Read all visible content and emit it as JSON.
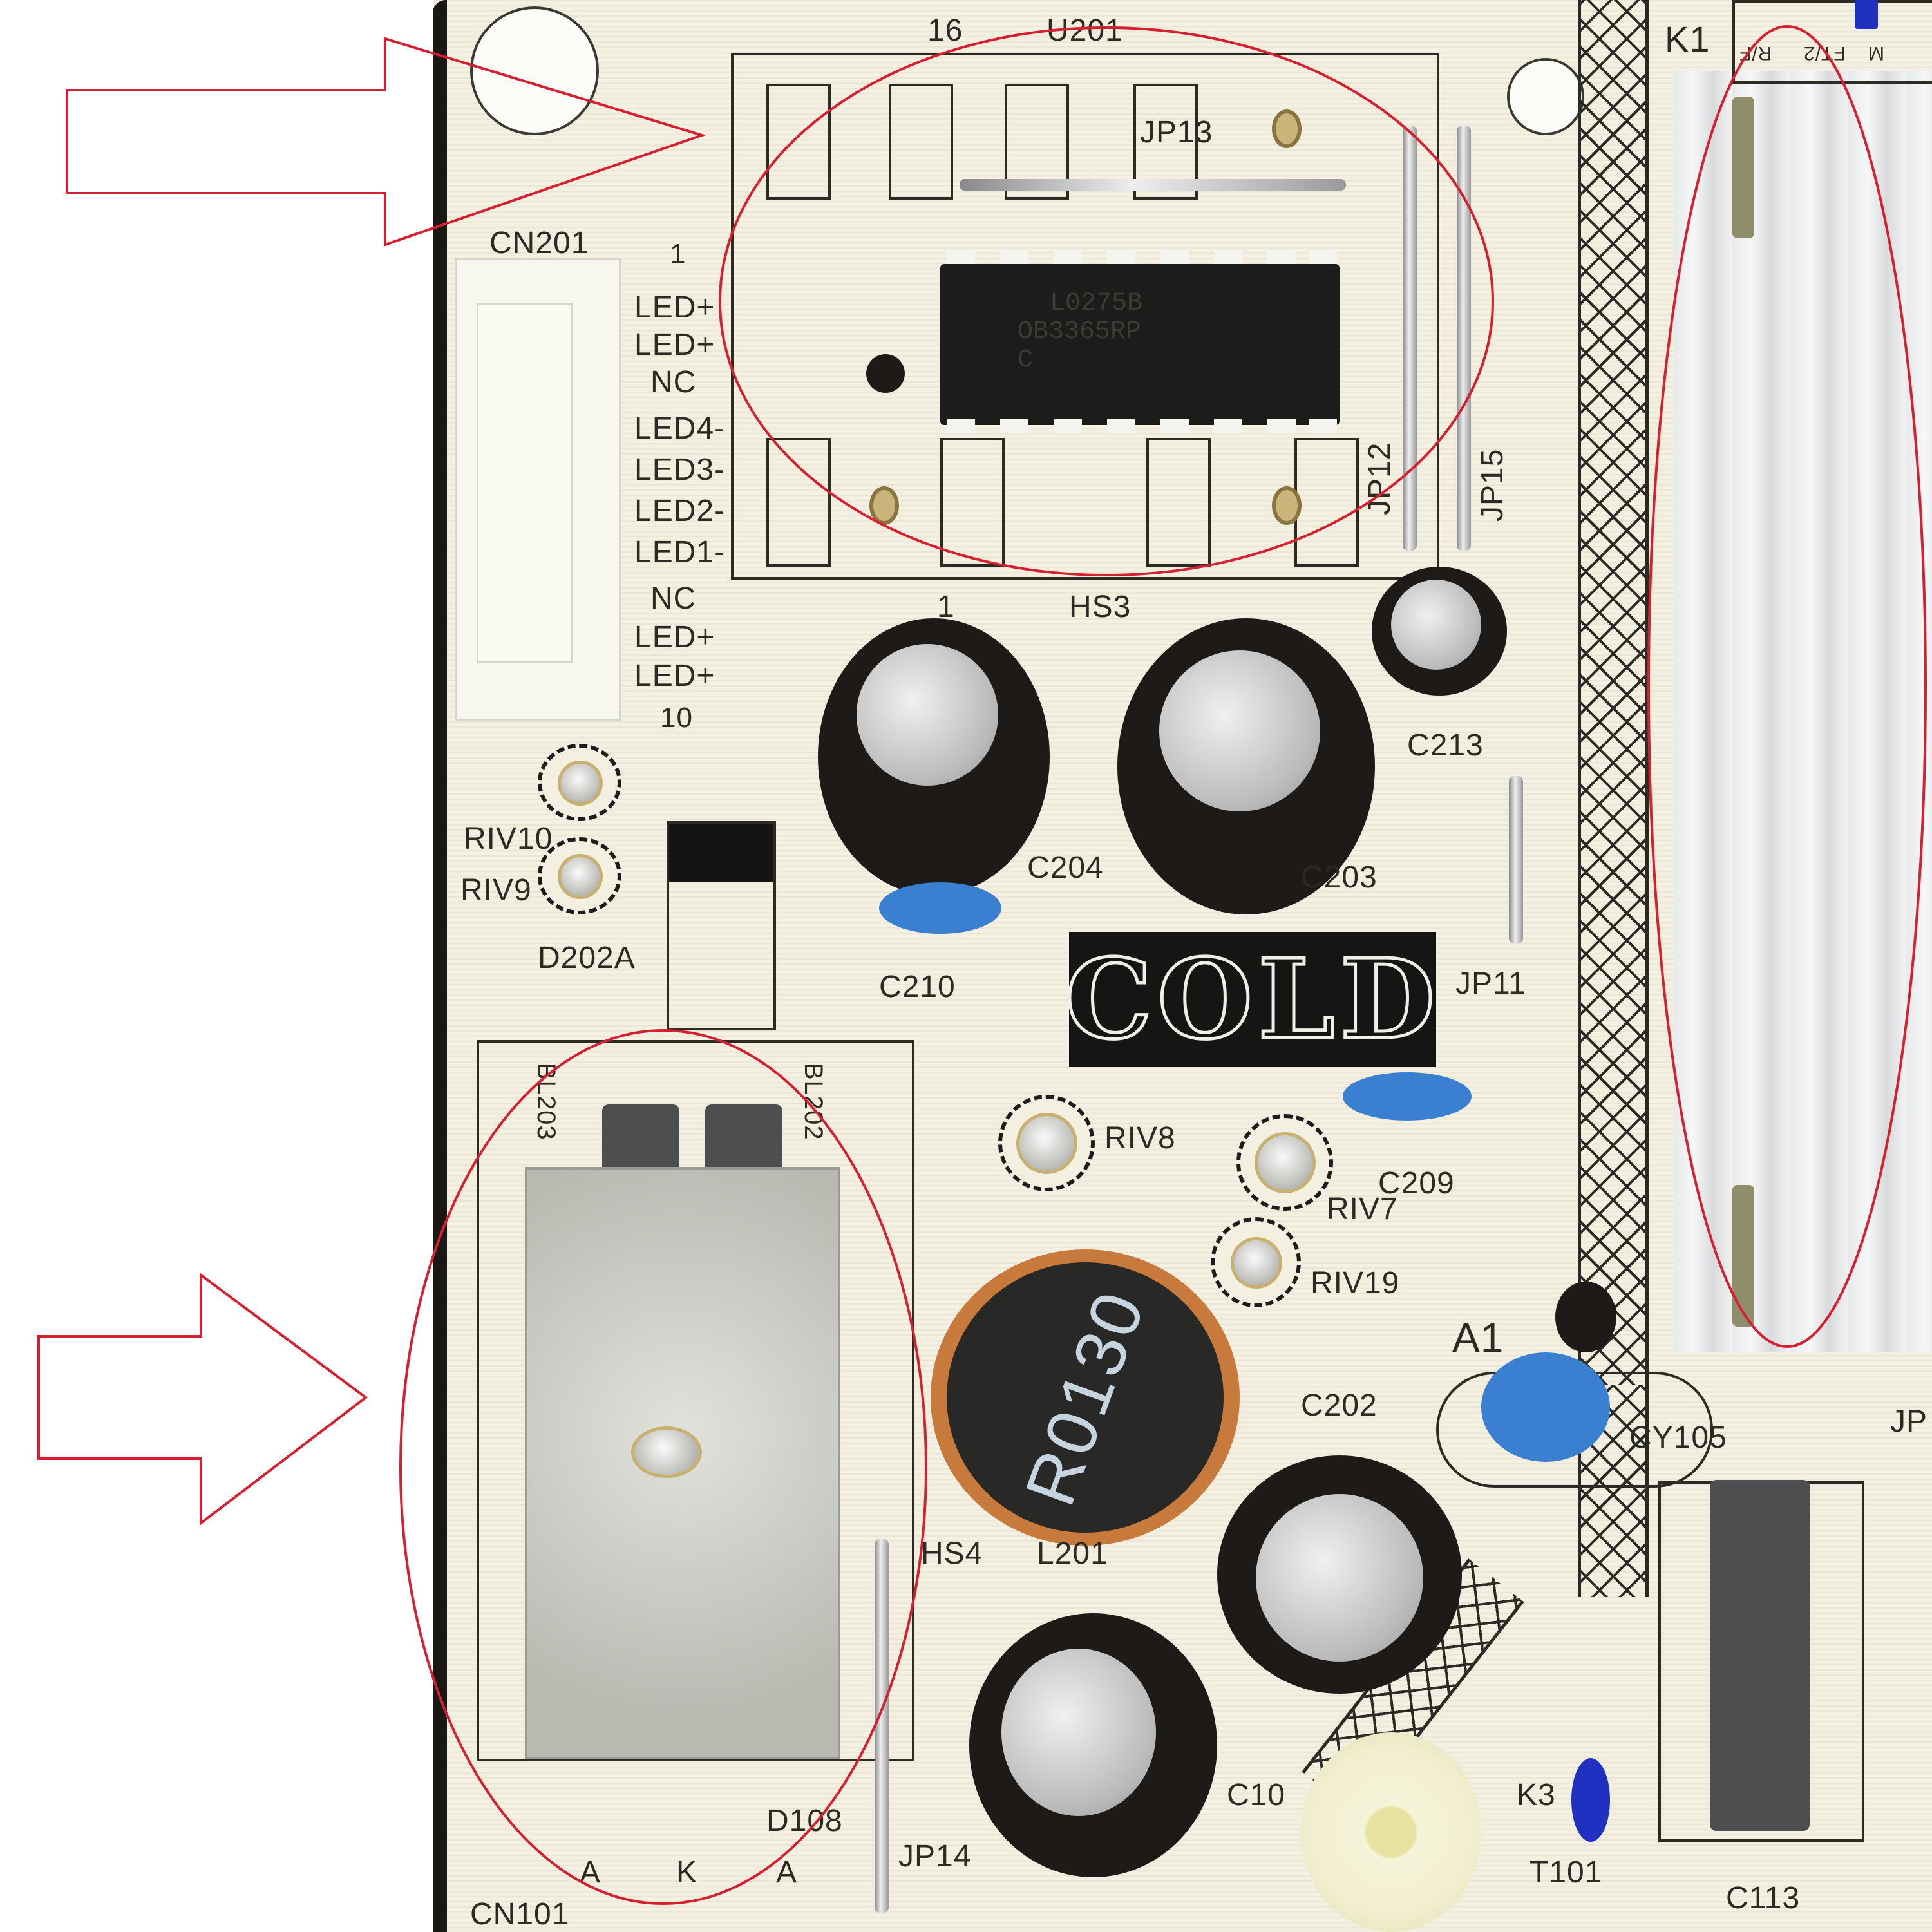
{
  "image": {
    "subject": "LED TV power supply board (cold side) close-up",
    "board_color": "#f3f0e2",
    "silkscreen_color": "#2b2b24",
    "annotation_color": "#d42030"
  },
  "annotations": {
    "arrows": [
      {
        "id": "arrow-top",
        "direction": "right",
        "target": "U201 controller IC area"
      },
      {
        "id": "arrow-bottom",
        "direction": "right",
        "target": "D108 rectifier heatsink area"
      }
    ],
    "ellipses": [
      {
        "id": "ellipse-u201",
        "target": "U201 / HS3"
      },
      {
        "id": "ellipse-d108",
        "target": "D108 / BL202 / BL203"
      },
      {
        "id": "ellipse-k1",
        "target": "K1 heatsink"
      }
    ]
  },
  "cn201": {
    "label": "CN201",
    "pin_first": "1",
    "pin_last": "10",
    "pins": [
      "LED+",
      "LED+",
      "NC",
      "LED4-",
      "LED3-",
      "LED2-",
      "LED1-",
      "NC",
      "LED+",
      "LED+"
    ]
  },
  "u201": {
    "ref": "U201",
    "pin_count_label": "16",
    "marking_line1": "L0275B",
    "marking_line2": "OB3365RP",
    "marking_line3": "C"
  },
  "jumpers": {
    "jp13": "JP13",
    "jp12": "JP12",
    "jp15": "JP15",
    "jp11": "JP11",
    "jp14": "JP14",
    "jp_partial": "JP"
  },
  "heatsinks": {
    "hs3": "HS3",
    "hs3_pin": "1",
    "hs4": "HS4",
    "k1": "K1",
    "k1_cells": [
      "R/F",
      "FT/2",
      "M"
    ]
  },
  "capacitors": {
    "c204": "C204",
    "c203": "C203",
    "c213": "C213",
    "c210": "C210",
    "c209": "C209",
    "c202": "C202",
    "c10x": "C10",
    "c113": "C113",
    "cy105": "CY105"
  },
  "rivets": {
    "riv10": "RIV10",
    "riv9": "RIV9",
    "riv8": "RIV8",
    "riv7": "RIV7",
    "riv19": "RIV19"
  },
  "diodes": {
    "d202a": "D202A",
    "d108": "D108",
    "d108_pins": [
      "A",
      "K",
      "A"
    ],
    "bl203": "BL203",
    "bl202": "BL202"
  },
  "inductor": {
    "ref": "L201",
    "marking": "R0130"
  },
  "misc": {
    "cold_label": "COLD",
    "a1_label": "A1",
    "k3_label": "K3",
    "t101_label": "T101",
    "cn101_label": "CN101"
  }
}
